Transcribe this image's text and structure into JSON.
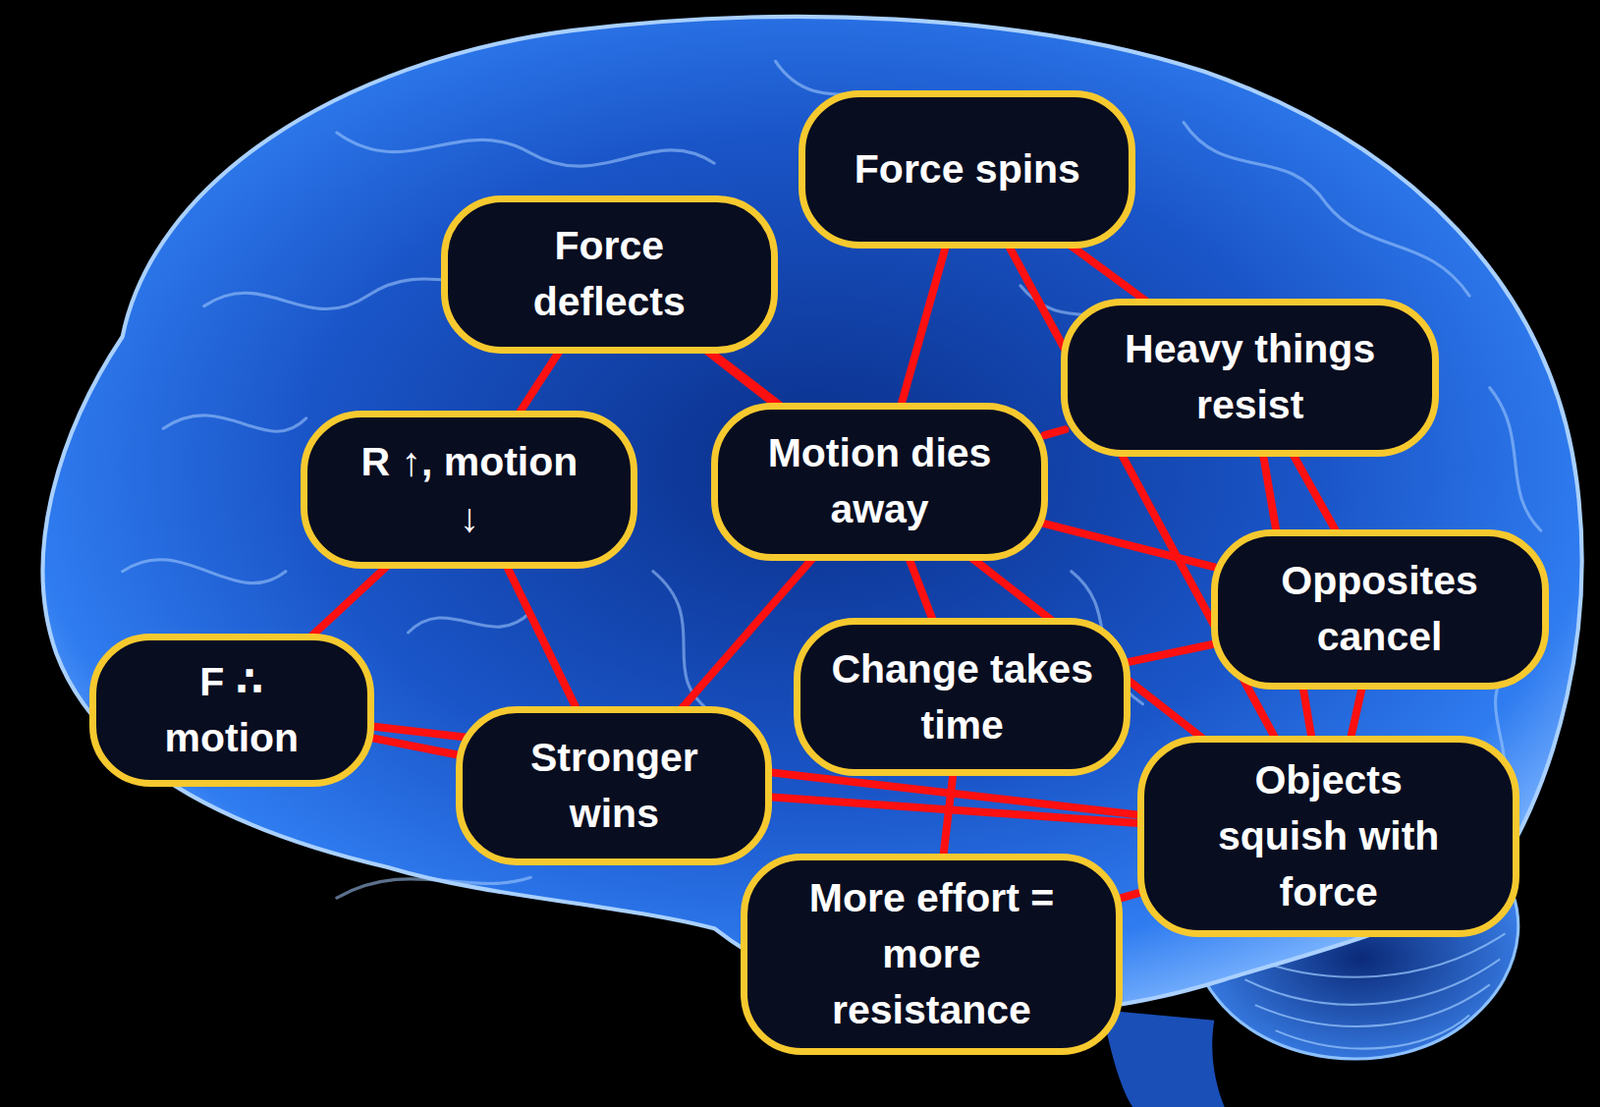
{
  "diagram": {
    "nodes": [
      {
        "text": [
          "Force spins"
        ]
      },
      {
        "text": [
          "Force deflects"
        ]
      },
      {
        "text": [
          "Heavy things resist"
        ]
      },
      {
        "text": [
          "R ↑, motion ↓"
        ]
      },
      {
        "text": [
          "Motion dies away"
        ]
      },
      {
        "text": [
          "Opposites cancel"
        ]
      },
      {
        "text": [
          "F ∴ motion"
        ]
      },
      {
        "text": [
          "Change takes time"
        ]
      },
      {
        "text": [
          "Stronger wins"
        ]
      },
      {
        "text": [
          "Objects squish with force"
        ]
      },
      {
        "text": [
          "More effort = more resistance"
        ]
      }
    ],
    "edges": [
      {
        "from": 0,
        "to": 4,
        "arrow": "none"
      },
      {
        "from": 0,
        "to": 2,
        "arrow": "none"
      },
      {
        "from": 0,
        "to": 9,
        "arrow": "none"
      },
      {
        "from": 1,
        "to": 4,
        "arrow": "none"
      },
      {
        "from": 1,
        "to": 3,
        "arrow": "none"
      },
      {
        "from": 1,
        "to": 9,
        "arrow": "none"
      },
      {
        "from": 2,
        "to": 4,
        "arrow": "none"
      },
      {
        "from": 2,
        "to": 5,
        "arrow": "none"
      },
      {
        "from": 2,
        "to": 9,
        "arrow": "none"
      },
      {
        "from": 3,
        "to": 6,
        "arrow": "none"
      },
      {
        "from": 3,
        "to": 8,
        "arrow": "none"
      },
      {
        "from": 4,
        "to": 8,
        "arrow": "none"
      },
      {
        "from": 4,
        "to": 5,
        "arrow": "none"
      },
      {
        "from": 4,
        "to": 7,
        "arrow": "none"
      },
      {
        "from": 6,
        "to": 8,
        "arrow": "none"
      },
      {
        "from": 6,
        "to": 9,
        "arrow": "none"
      },
      {
        "from": 7,
        "to": 5,
        "arrow": "none"
      },
      {
        "from": 7,
        "to": 10,
        "arrow": "none"
      },
      {
        "from": 5,
        "to": 9,
        "arrow": "none"
      },
      {
        "from": 10,
        "to": 9,
        "arrow": "none"
      },
      {
        "from": 8,
        "to": 9,
        "arrow": "none"
      }
    ]
  }
}
